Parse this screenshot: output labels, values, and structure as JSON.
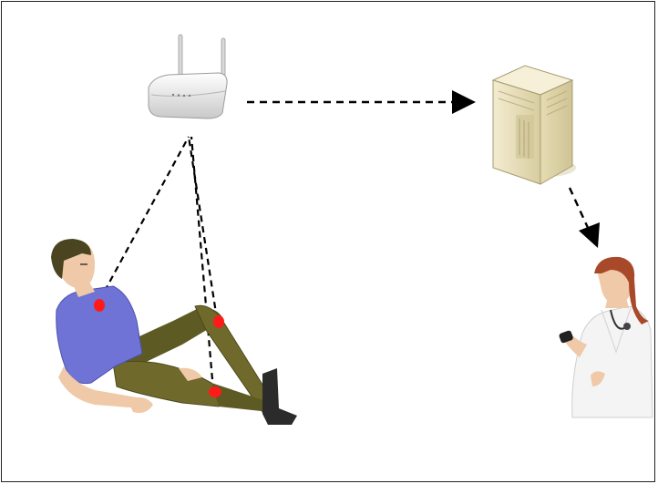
{
  "diagram": {
    "nodes": [
      {
        "id": "router",
        "icon": "wifi-router-icon"
      },
      {
        "id": "server",
        "icon": "server-tower-icon"
      },
      {
        "id": "doctor",
        "icon": "doctor-icon"
      },
      {
        "id": "patient",
        "icon": "fallen-person-icon"
      }
    ],
    "sensors": [
      {
        "id": "chest-sensor",
        "color": "#ff1a1a"
      },
      {
        "id": "knee-sensor",
        "color": "#ff1a1a"
      },
      {
        "id": "shin-sensor",
        "color": "#ff1a1a"
      }
    ],
    "links": [
      {
        "from": "chest-sensor",
        "to": "router",
        "style": "dashed"
      },
      {
        "from": "knee-sensor",
        "to": "router",
        "style": "dashed"
      },
      {
        "from": "shin-sensor",
        "to": "router",
        "style": "dashed"
      },
      {
        "from": "router",
        "to": "server",
        "style": "dashed-arrow"
      },
      {
        "from": "server",
        "to": "doctor",
        "style": "dashed-arrow"
      }
    ],
    "colors": {
      "shirt": "#6f73d6",
      "pants": "#6f6a2c",
      "skin": "#efc9a8",
      "hair": "#4a4420",
      "server": "#efe6c2",
      "lab_coat": "#f4f4f4",
      "sensor": "#ff1a1a"
    }
  }
}
